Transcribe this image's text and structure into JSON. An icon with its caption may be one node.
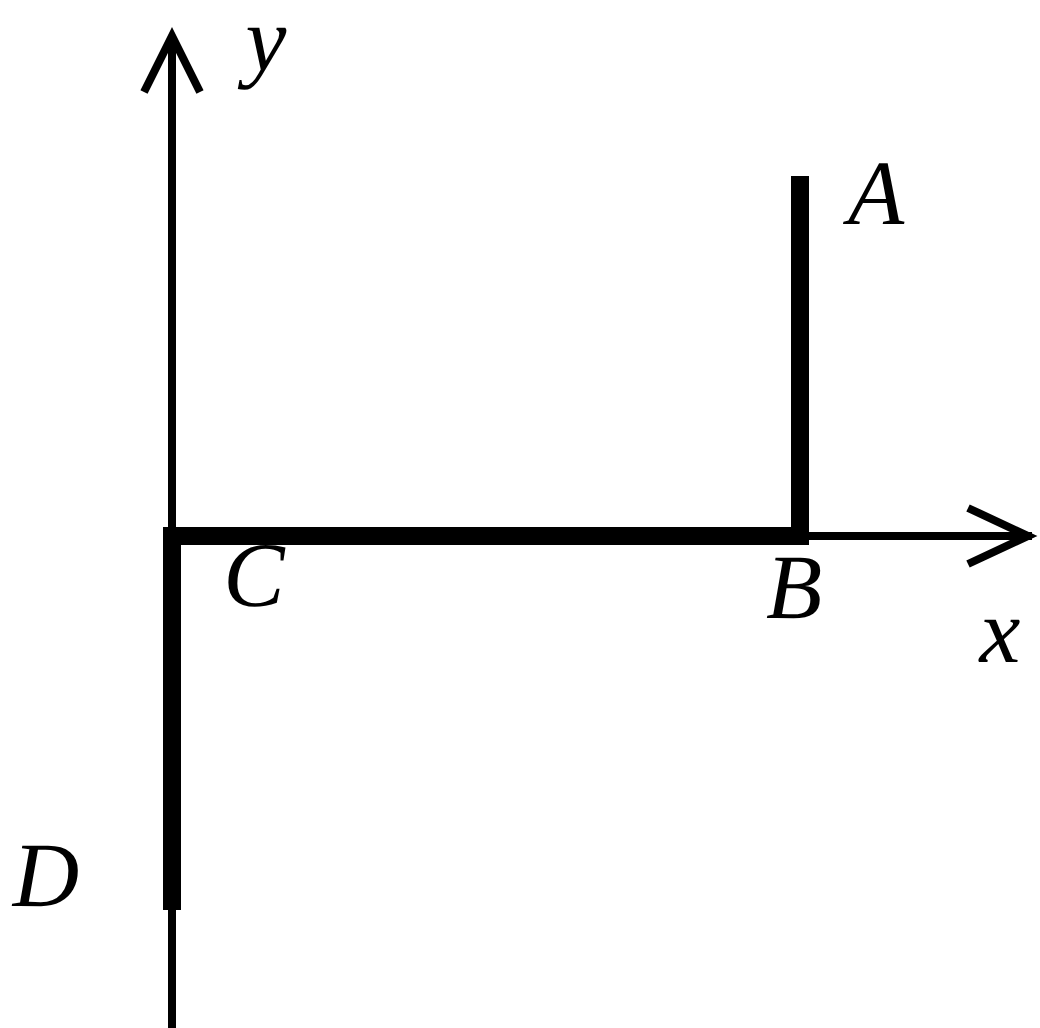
{
  "diagram": {
    "labels": [
      "y",
      "A",
      "C",
      "B",
      "x",
      "D"
    ]
  }
}
